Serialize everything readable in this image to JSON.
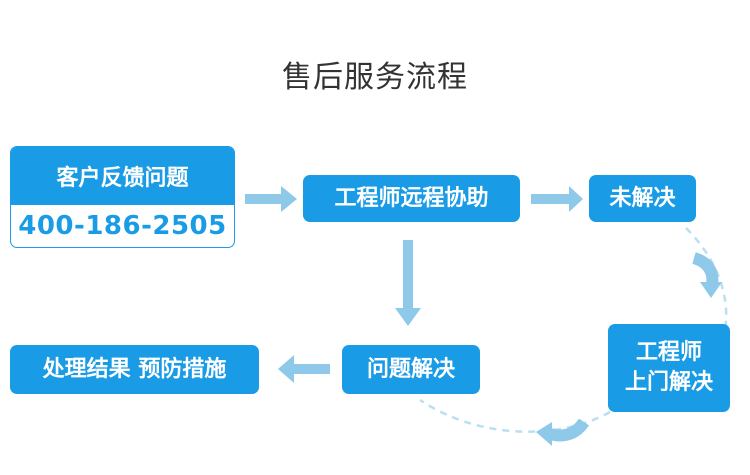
{
  "title": "售后服务流程",
  "nodes": {
    "feedback": {
      "label": "客户反馈问题",
      "phone": "400-186-2505"
    },
    "remote": {
      "label": "工程师远程协助"
    },
    "unsolved": {
      "label": "未解决"
    },
    "onsite": {
      "line1": "工程师",
      "line2": "上门解决"
    },
    "solved": {
      "label": "问题解决"
    },
    "result": {
      "label": "处理结果 预防措施"
    }
  },
  "colors": {
    "box": "#1a9be6",
    "arrow": "#8ec9ea",
    "dashed": "#b9dff3",
    "title": "#333333"
  }
}
